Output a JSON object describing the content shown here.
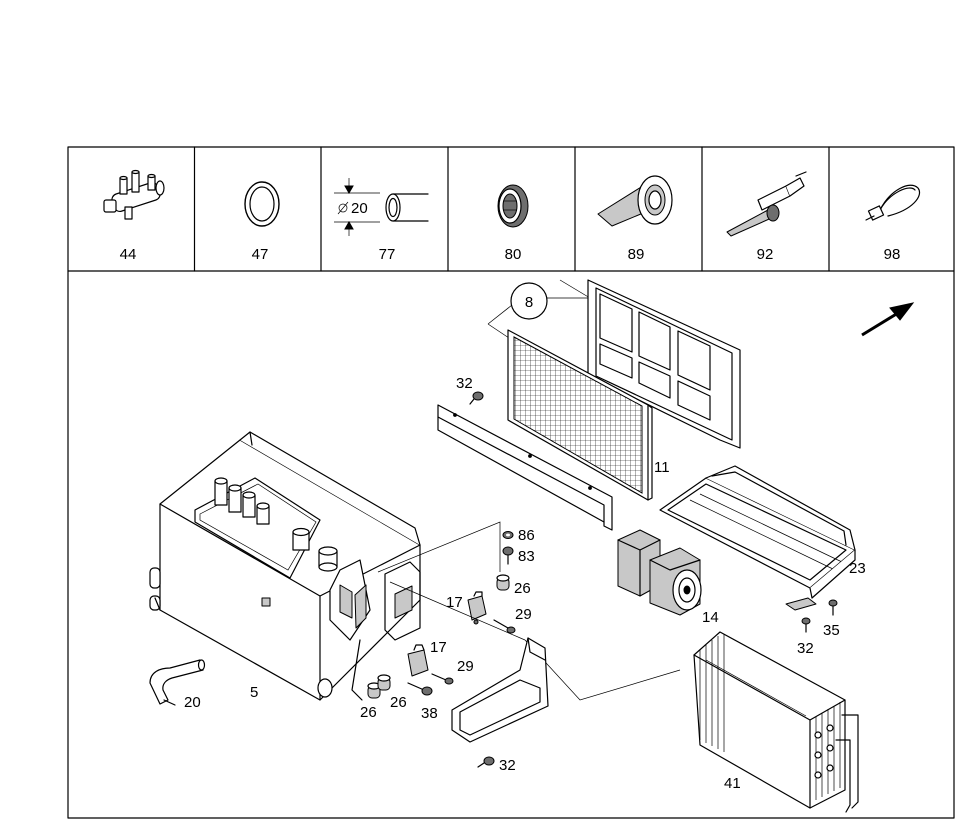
{
  "header_parts": [
    {
      "number": "44",
      "icon": "valve-manifold-icon"
    },
    {
      "number": "47",
      "icon": "o-ring-icon"
    },
    {
      "number": "77",
      "icon": "hose-icon"
    },
    {
      "number": "80",
      "icon": "grommet-icon"
    },
    {
      "number": "89",
      "icon": "tape-roll-icon"
    },
    {
      "number": "92",
      "icon": "cable-clip-icon"
    },
    {
      "number": "98",
      "icon": "cable-tie-icon"
    }
  ],
  "hose_dimension": "20",
  "labels": {
    "p8": "8",
    "p11": "11",
    "p32a": "32",
    "p86": "86",
    "p83": "83",
    "p26a": "26",
    "p17a": "17",
    "p29a": "29",
    "p17b": "17",
    "p29b": "29",
    "p23": "23",
    "p14": "14",
    "p35": "35",
    "p32b": "32",
    "p20": "20",
    "p5": "5",
    "p26b": "26",
    "p26c": "26",
    "p38": "38",
    "p32c": "32",
    "p41": "41"
  },
  "colors": {
    "line": "#000000",
    "background": "#ffffff",
    "shade": "#c8c8c8"
  }
}
